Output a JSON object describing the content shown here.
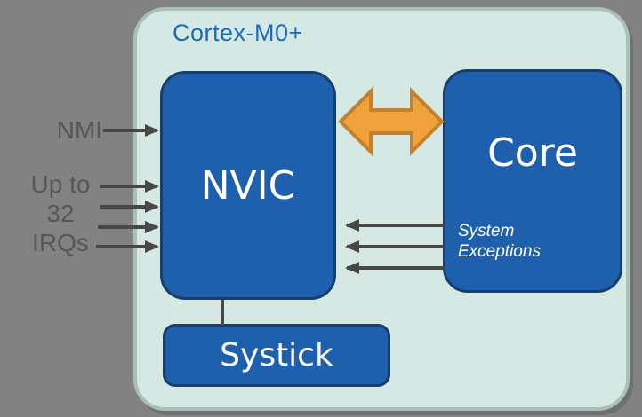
{
  "colors": {
    "canvas-bg": "#828282",
    "container-bg": "#d5e8e4",
    "container-border": "#a9c0ba",
    "container-shadow": "#6d726f",
    "block-fill": "#1f60ae",
    "block-border": "#173f6e",
    "title-blue": "#1b6cb8",
    "label-gray": "#575757",
    "arrow-gray": "#474747",
    "orange-fill": "#f0a23c",
    "orange-border": "#c4802a",
    "block-text": "#ffffff"
  },
  "diagram": {
    "title": "Cortex-M0+",
    "blocks": {
      "nvic": {
        "label": "NVIC"
      },
      "core": {
        "label": "Core",
        "sublabel_lines": [
          "System",
          "Exceptions"
        ]
      },
      "systick": {
        "label": "Systick"
      }
    },
    "inputs": {
      "nmi": {
        "label": "NMI",
        "arrow_count": 1
      },
      "irq": {
        "lines": [
          "Up to",
          "32",
          "IRQs"
        ],
        "arrow_count": 4
      }
    },
    "links": {
      "nvic_core_bus": "bidirectional",
      "core_to_nvic_exception_arrow_count": 3,
      "nvic_to_systick": "line"
    }
  }
}
